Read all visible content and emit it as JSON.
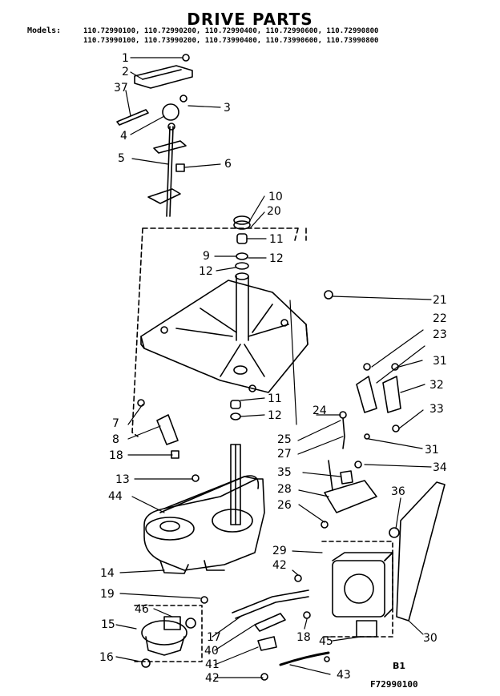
{
  "header": {
    "title": "DRIVE PARTS",
    "models_label": "Models:",
    "models_line1": "110.72990100, 110.72990200, 110.72990400, 110.72990600, 110.72990800",
    "models_line2": "110.73990100, 110.73990200, 110.73990400, 110.73990600, 110.73990800"
  },
  "footer": {
    "section": "B1",
    "code": "F72990100"
  },
  "callouts": {
    "c1": "1",
    "c2": "2",
    "c37": "37",
    "c3": "3",
    "c4": "4",
    "c5": "5",
    "c6": "6",
    "c10": "10",
    "c20": "20",
    "c11a": "11",
    "c9": "9",
    "c12a": "12",
    "c12b": "12",
    "c21": "21",
    "c22": "22",
    "c23": "23",
    "c31a": "31",
    "c32": "32",
    "c33": "33",
    "c11b": "11",
    "c12c": "12",
    "c24": "24",
    "c25": "25",
    "c27": "27",
    "c31b": "31",
    "c7": "7",
    "c8": "8",
    "c18a": "18",
    "c35": "35",
    "c34": "34",
    "c13": "13",
    "c44": "44",
    "c28": "28",
    "c36": "36",
    "c26": "26",
    "c29": "29",
    "c42a": "42",
    "c14": "14",
    "c19": "19",
    "c46": "46",
    "c15": "15",
    "c17": "17",
    "c18b": "18",
    "c40": "40",
    "c45": "45",
    "c30": "30",
    "c16": "16",
    "c41": "41",
    "c42b": "42",
    "c43": "43"
  }
}
